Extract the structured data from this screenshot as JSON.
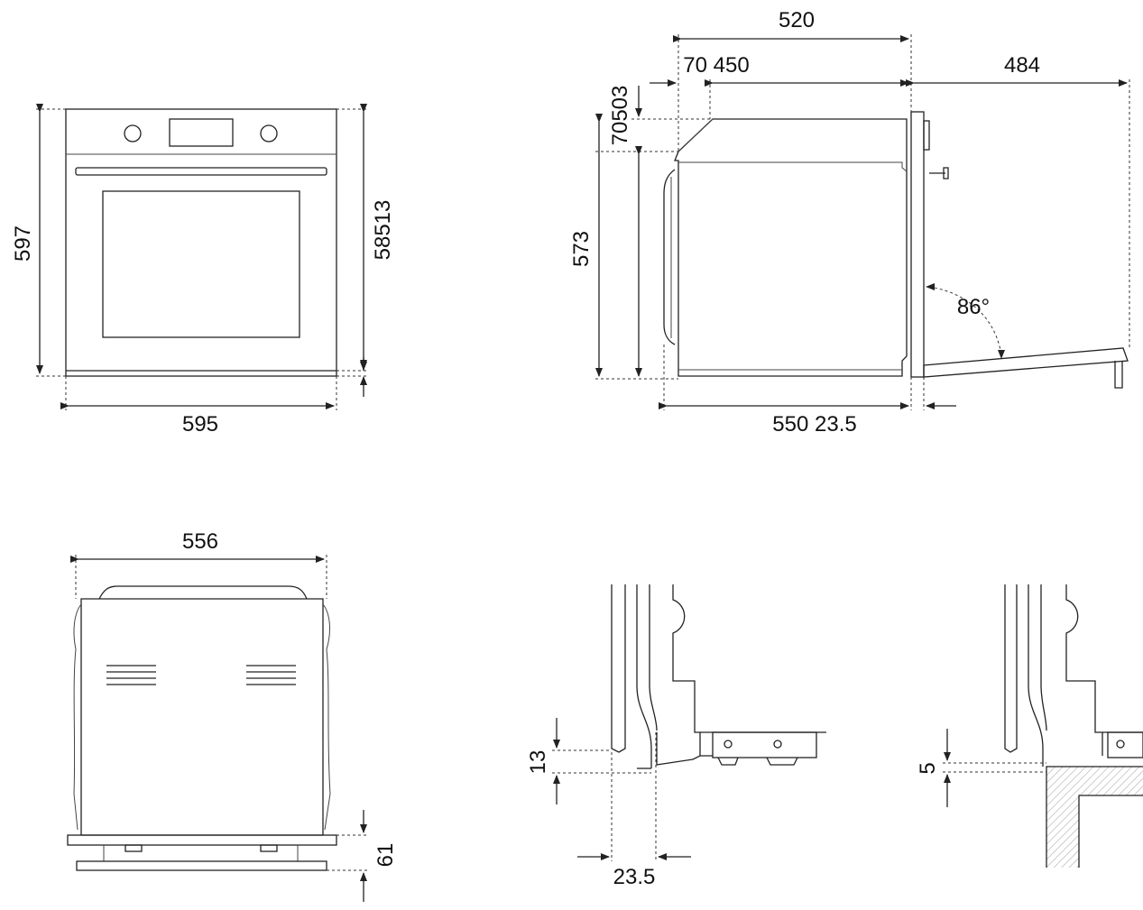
{
  "views": {
    "front": {
      "height_label": "597",
      "inner_height_label": "58513",
      "width_label": "595"
    },
    "side": {
      "depth_label": "520",
      "top_left_label": "70 450",
      "door_open_label": "484",
      "top_vertical_label": "70503",
      "height_label": "573",
      "angle_label": "86°",
      "bottom_label": "550 23.5"
    },
    "top": {
      "width_label": "556",
      "step_label": "61"
    },
    "detail_a": {
      "gap_label": "13",
      "offset_label": "23.5"
    },
    "detail_b": {
      "gap_label": "5"
    }
  }
}
